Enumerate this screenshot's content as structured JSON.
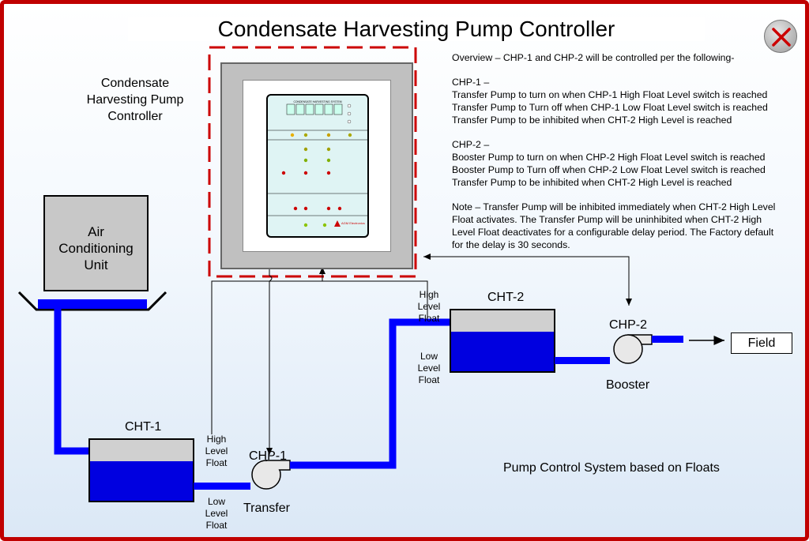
{
  "title": "Condensate Harvesting Pump Controller",
  "close_icon": "close-x-icon",
  "controller_label": [
    "Condensate",
    "Harvesting Pump",
    "Controller"
  ],
  "ac_unit_label": [
    "Air",
    "Conditioning",
    "Unit"
  ],
  "overview": {
    "intro": "Overview – CHP-1 and CHP-2 will be controlled per the following-",
    "chp1": [
      "CHP-1 –",
      "Transfer Pump to turn on when CHP-1 High Float Level switch is reached",
      "Transfer Pump to Turn off when CHP-1 Low Float Level switch is reached",
      "Transfer Pump to be inhibited when CHT-2 High Level is reached"
    ],
    "chp2": [
      "CHP-2 –",
      "Booster Pump to turn on when CHP-2 High Float Level switch is reached",
      "Booster Pump to Turn off when CHP-2 Low Float Level switch is reached",
      "Transfer Pump to be inhibited when CHT-2 High Level is reached"
    ],
    "note": [
      "Note – Transfer Pump will be inhibited immediately when CHT-2 High Level",
      "Float activates. The Transfer Pump will be uninhibited when CHT-2 High",
      "Level Float deactivates for a configurable delay period. The Factory default",
      "for the delay is 30 seconds."
    ]
  },
  "tanks": {
    "cht1": "CHT-1",
    "cht2": "CHT-2"
  },
  "pumps": {
    "chp1": "CHP-1",
    "chp1_role": "Transfer",
    "chp2": "CHP-2",
    "chp2_role": "Booster"
  },
  "floats": {
    "cht1_high": [
      "High",
      "Level",
      "Float"
    ],
    "cht1_low": [
      "Low",
      "Level",
      "Float"
    ],
    "cht2_high": [
      "High",
      "Level",
      "Float"
    ],
    "cht2_low": [
      "Low",
      "Level",
      "Float"
    ]
  },
  "field": "Field",
  "system_caption": "Pump Control System based on Floats",
  "panel": {
    "header": "CONDENSATE HARVESTING SYSTEM",
    "brand": "AGM Electronics"
  },
  "colors": {
    "frame": "#c00000",
    "pipe": "#0000ff",
    "water": "#0000e0",
    "tank_air": "#d0d0d0",
    "dashed": "#cc0000"
  }
}
